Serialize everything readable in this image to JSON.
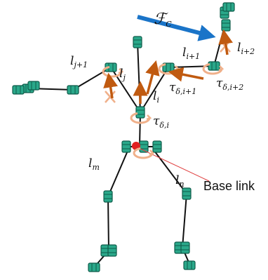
{
  "labels": {
    "force": {
      "main": "ℱ",
      "sub": "C"
    },
    "l_i2": {
      "main": "l",
      "sub": "i+2"
    },
    "l_i1": {
      "main": "l",
      "sub": "i+1"
    },
    "l_j1": {
      "main": "l",
      "sub": "j+1"
    },
    "l_j": {
      "main": "l",
      "sub": "j"
    },
    "l_i": {
      "main": "l",
      "sub": "i"
    },
    "tau_i2": {
      "main": "τ",
      "sub": "δ,i+2"
    },
    "tau_i1": {
      "main": "τ",
      "sub": "δ,i+1"
    },
    "tau_i": {
      "main": "τ",
      "sub": "δ,i"
    },
    "l_m": {
      "main": "l",
      "sub": "m"
    },
    "l_n": {
      "main": "l",
      "sub": "n"
    },
    "base_link": "Base link"
  },
  "colors": {
    "force_arrow": "#1a74c8",
    "torque_arrow": "#c05a10",
    "rotation_ring": "#f0b08a",
    "joint_fill": "#2aa88a",
    "joint_dark": "#0f5c4a",
    "base_marker": "#e02020",
    "leader_line": "#e04040"
  }
}
